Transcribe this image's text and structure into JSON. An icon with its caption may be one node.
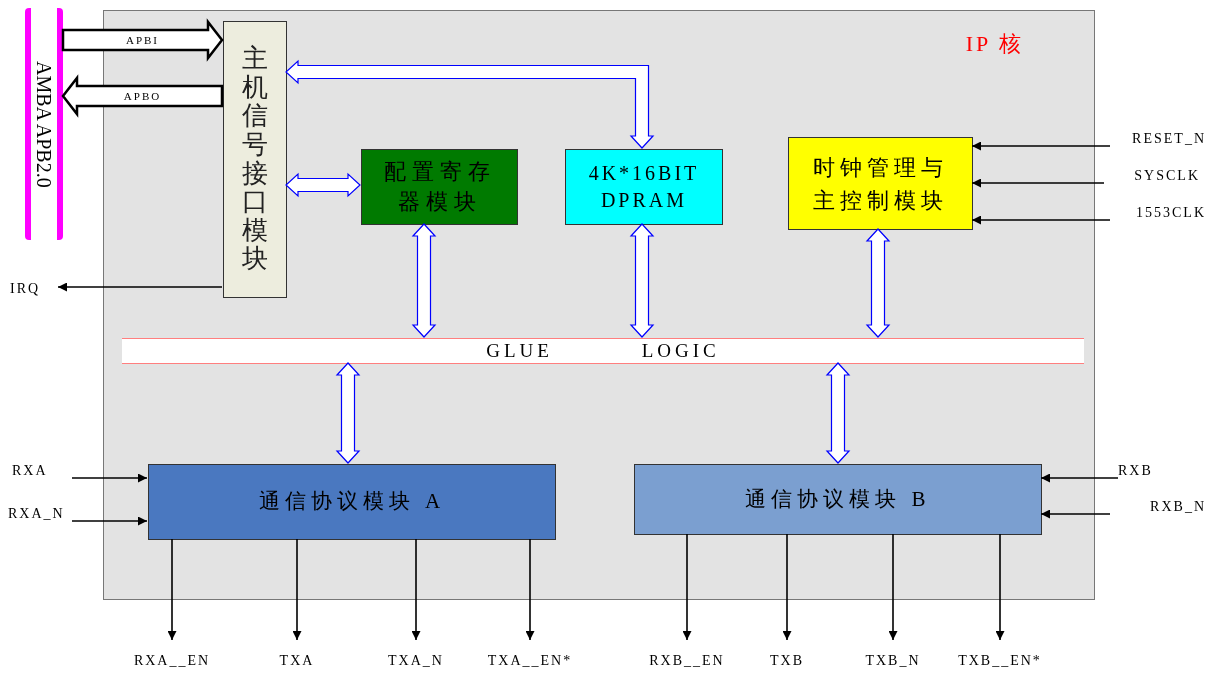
{
  "diagram": {
    "nodes": [
      {
        "text": [
          "IP 核"
        ]
      },
      {
        "text": [
          "AMBA APB2.0"
        ]
      },
      {
        "text": [
          "主机信号接口模块"
        ],
        "in": 0
      },
      {
        "text": [
          "配置寄存器模块"
        ],
        "in": 0
      },
      {
        "text": [
          "4K*16BIT DPRAM"
        ],
        "in": 0
      },
      {
        "text": [
          "时钟管理与主控制模块"
        ],
        "in": 0
      },
      {
        "text": [
          "GLUE LOGIC"
        ],
        "in": 0
      },
      {
        "text": [
          "通信协议模块 A"
        ],
        "in": 0
      },
      {
        "text": [
          "通信协议模块 B"
        ],
        "in": 0
      },
      {
        "text": [
          "IRQ"
        ]
      },
      {
        "text": [
          "RESET_N"
        ]
      },
      {
        "text": [
          "SYSCLK"
        ]
      },
      {
        "text": [
          "1553CLK"
        ]
      },
      {
        "text": [
          "RXA"
        ]
      },
      {
        "text": [
          "RXA_N"
        ]
      },
      {
        "text": [
          "RXB"
        ]
      },
      {
        "text": [
          "RXB_N"
        ]
      },
      {
        "text": [
          "RXA__EN"
        ]
      },
      {
        "text": [
          "TXA"
        ]
      },
      {
        "text": [
          "TXA_N"
        ]
      },
      {
        "text": [
          "TXA__EN*"
        ]
      },
      {
        "text": [
          "RXB__EN"
        ]
      },
      {
        "text": [
          "TXB"
        ]
      },
      {
        "text": [
          "TXB_N"
        ]
      },
      {
        "text": [
          "TXB__EN*"
        ]
      }
    ],
    "edges": [
      {
        "from": 1,
        "to": 2,
        "arrow": "to",
        "label": "APBI",
        "style": "thick"
      },
      {
        "from": 2,
        "to": 1,
        "arrow": "to",
        "label": "APBO",
        "style": "thick"
      },
      {
        "from": 4,
        "to": 2,
        "arrow": "both",
        "style": "thick",
        "color": "#0000ff"
      },
      {
        "from": 2,
        "to": 3,
        "arrow": "both",
        "style": "thick",
        "color": "#0000ff"
      },
      {
        "from": 3,
        "to": 6,
        "arrow": "both",
        "style": "thick",
        "color": "#0000ff"
      },
      {
        "from": 4,
        "to": 6,
        "arrow": "both",
        "style": "thick",
        "color": "#0000ff"
      },
      {
        "from": 5,
        "to": 6,
        "arrow": "both",
        "style": "thick",
        "color": "#0000ff"
      },
      {
        "from": 6,
        "to": 7,
        "arrow": "both",
        "style": "thick",
        "color": "#0000ff"
      },
      {
        "from": 6,
        "to": 8,
        "arrow": "both",
        "style": "thick",
        "color": "#0000ff"
      },
      {
        "from": 2,
        "to": 9,
        "arrow": "to"
      },
      {
        "from": 10,
        "to": 5,
        "arrow": "to"
      },
      {
        "from": 11,
        "to": 5,
        "arrow": "to"
      },
      {
        "from": 12,
        "to": 5,
        "arrow": "to"
      },
      {
        "from": 13,
        "to": 7,
        "arrow": "to"
      },
      {
        "from": 14,
        "to": 7,
        "arrow": "to"
      },
      {
        "from": 15,
        "to": 8,
        "arrow": "to"
      },
      {
        "from": 16,
        "to": 8,
        "arrow": "to"
      },
      {
        "from": 7,
        "to": 17,
        "arrow": "to"
      },
      {
        "from": 7,
        "to": 18,
        "arrow": "to"
      },
      {
        "from": 7,
        "to": 19,
        "arrow": "to"
      },
      {
        "from": 7,
        "to": 20,
        "arrow": "to"
      },
      {
        "from": 8,
        "to": 21,
        "arrow": "to"
      },
      {
        "from": 8,
        "to": 22,
        "arrow": "to"
      },
      {
        "from": 8,
        "to": 23,
        "arrow": "to"
      },
      {
        "from": 8,
        "to": 24,
        "arrow": "to"
      }
    ]
  }
}
